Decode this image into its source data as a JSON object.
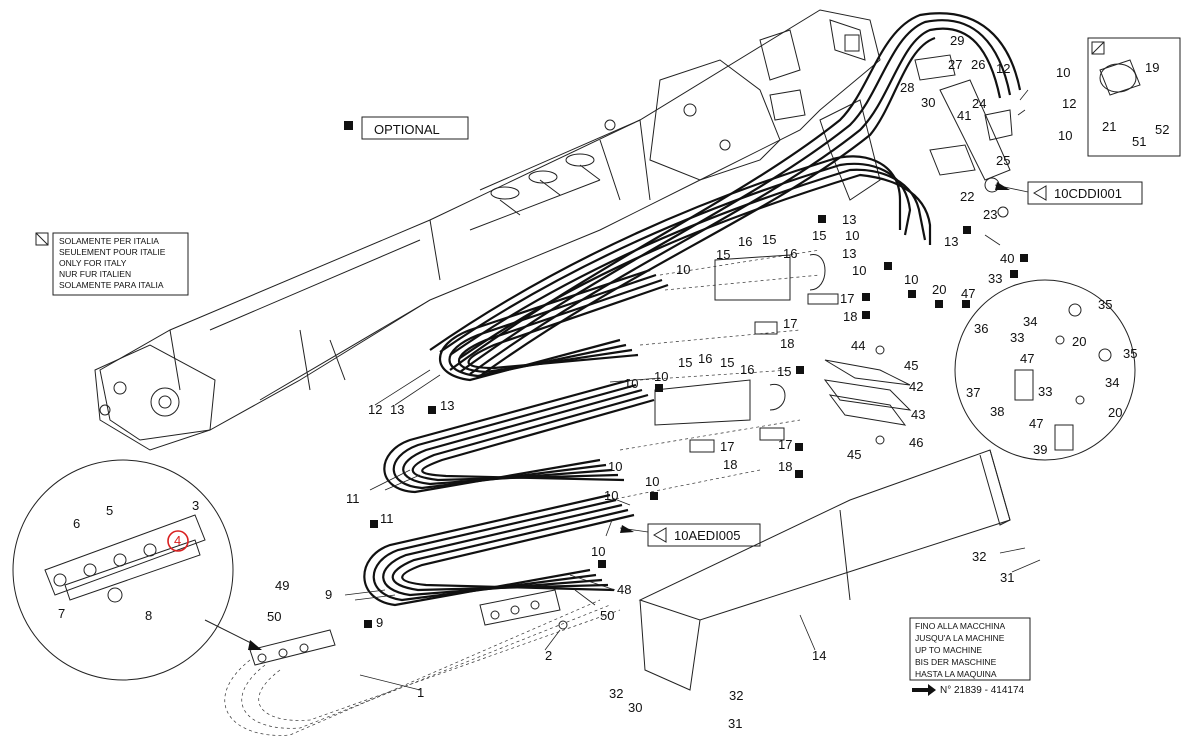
{
  "legend": {
    "optional_label": "OPTIONAL",
    "italy_lines": [
      "SOLAMENTE PER ITALIA",
      "SEULEMENT POUR ITALIE",
      "ONLY FOR ITALY",
      "NUR FUR ITALIEN",
      "SOLAMENTE PARA ITALIA"
    ]
  },
  "callouts": {
    "cddi": "10CDDI001",
    "aedi": "10AEDI005"
  },
  "machine_note": {
    "lines": [
      "FINO ALLA MACCHINA",
      "JUSQU'A LA MACHINE",
      "UP TO MACHINE",
      "BIS DER MASCHINE",
      "HASTA LA MAQUINA"
    ],
    "serial": "N° 21839 - 414174"
  },
  "highlight": {
    "label": "4",
    "color": "#d92020"
  },
  "part_numbers": {
    "p1": "1",
    "p2": "2",
    "p3": "3",
    "p4": "4",
    "p5": "5",
    "p6": "6",
    "p7": "7",
    "p8": "8",
    "p9": "9",
    "p10": "10",
    "p11": "11",
    "p12": "12",
    "p13": "13",
    "p14": "14",
    "p15": "15",
    "p16": "16",
    "p17": "17",
    "p18": "18",
    "p19": "19",
    "p20": "20",
    "p21": "21",
    "p22": "22",
    "p23": "23",
    "p24": "24",
    "p25": "25",
    "p26": "26",
    "p27": "27",
    "p28": "28",
    "p29": "29",
    "p30": "30",
    "p31": "31",
    "p32": "32",
    "p33": "33",
    "p34": "34",
    "p35": "35",
    "p36": "36",
    "p37": "37",
    "p38": "38",
    "p39": "39",
    "p40": "40",
    "p41": "41",
    "p42": "42",
    "p43": "43",
    "p44": "44",
    "p45": "45",
    "p46": "46",
    "p47": "47",
    "p48": "48",
    "p49": "49",
    "p50": "50",
    "p51": "51",
    "p52": "52"
  }
}
